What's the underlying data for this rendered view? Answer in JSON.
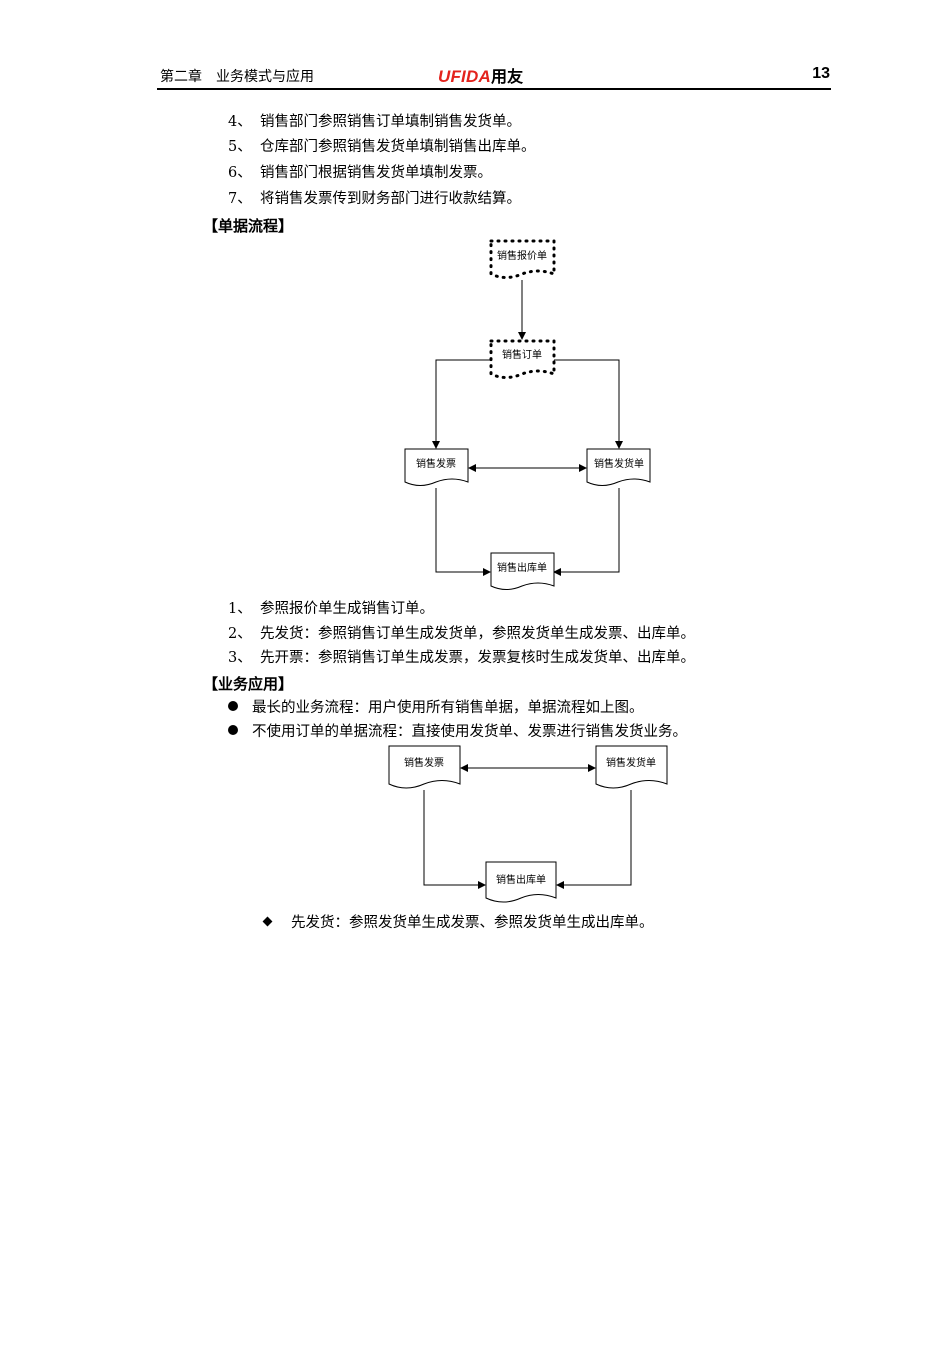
{
  "header": {
    "chapter": "第二章　业务模式与应用",
    "logo_brand": "UFIDA",
    "logo_cn": "用友",
    "page_number": "13"
  },
  "steps_top": [
    {
      "num": "4、",
      "text": "销售部门参照销售订单填制销售发货单。"
    },
    {
      "num": "5、",
      "text": "仓库部门参照销售发货单填制销售出库单。"
    },
    {
      "num": "6、",
      "text": "销售部门根据销售发货单填制发票。"
    },
    {
      "num": "7、",
      "text": "将销售发票传到财务部门进行收款结算。"
    }
  ],
  "section_doc_flow": "【单据流程】",
  "diagram1": {
    "quote": "销售报价单",
    "order": "销售订单",
    "invoice": "销售发票",
    "delivery": "销售发货单",
    "outbound": "销售出库单"
  },
  "steps_bottom": [
    {
      "num": "1、",
      "text": "参照报价单生成销售订单。"
    },
    {
      "num": "2、",
      "text": "先发货：参照销售订单生成发货单，参照发货单生成发票、出库单。"
    },
    {
      "num": "3、",
      "text": "先开票：参照销售订单生成发票，发票复核时生成发货单、出库单。"
    }
  ],
  "section_biz_app": "【业务应用】",
  "bullets": [
    "最长的业务流程：用户使用所有销售单据，单据流程如上图。",
    "不使用订单的单据流程：直接使用发货单、发票进行销售发货业务。"
  ],
  "diagram2": {
    "invoice": "销售发票",
    "delivery": "销售发货单",
    "outbound": "销售出库单"
  },
  "sub_bullet": "先发货：参照发货单生成发票、参照发货单生成出库单。"
}
